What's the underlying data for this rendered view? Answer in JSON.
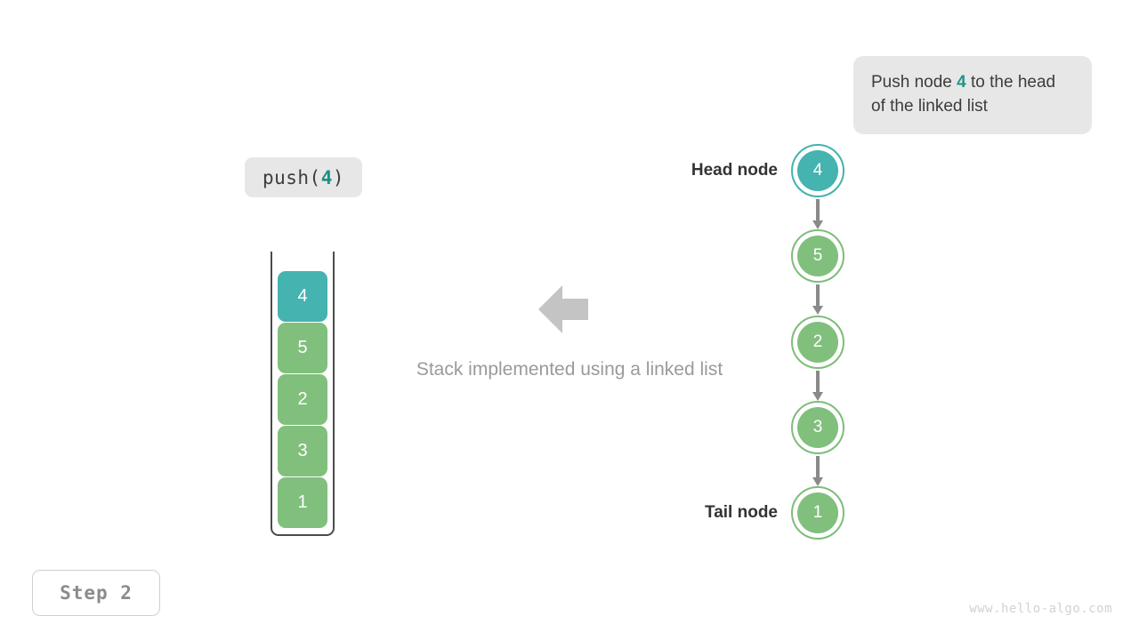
{
  "callout": {
    "prefix": "Push node ",
    "value": "4",
    "suffix": " to the head of the linked list"
  },
  "operation": {
    "prefix": "push(",
    "value": "4",
    "suffix": ")"
  },
  "stack": {
    "cells": [
      {
        "value": "4",
        "color": "#45b3af"
      },
      {
        "value": "5",
        "color": "#81bf7d"
      },
      {
        "value": "2",
        "color": "#81bf7d"
      },
      {
        "value": "3",
        "color": "#81bf7d"
      },
      {
        "value": "1",
        "color": "#81bf7d"
      }
    ]
  },
  "caption": "Stack implemented using a linked list",
  "linked_list": {
    "head_label": "Head node",
    "tail_label": "Tail node",
    "nodes": [
      {
        "value": "4",
        "color": "#45b3af"
      },
      {
        "value": "5",
        "color": "#81bf7d"
      },
      {
        "value": "2",
        "color": "#81bf7d"
      },
      {
        "value": "3",
        "color": "#81bf7d"
      },
      {
        "value": "1",
        "color": "#81bf7d"
      }
    ]
  },
  "step_badge": "Step 2",
  "watermark": "www.hello-algo.com",
  "colors": {
    "accent_teal": "#45b3af",
    "accent_green": "#81bf7d",
    "highlight_text": "#219386",
    "bubble_bg": "#e7e7e7",
    "arrow_gray": "#c4c4c4",
    "link_gray": "#8a8a8a"
  }
}
